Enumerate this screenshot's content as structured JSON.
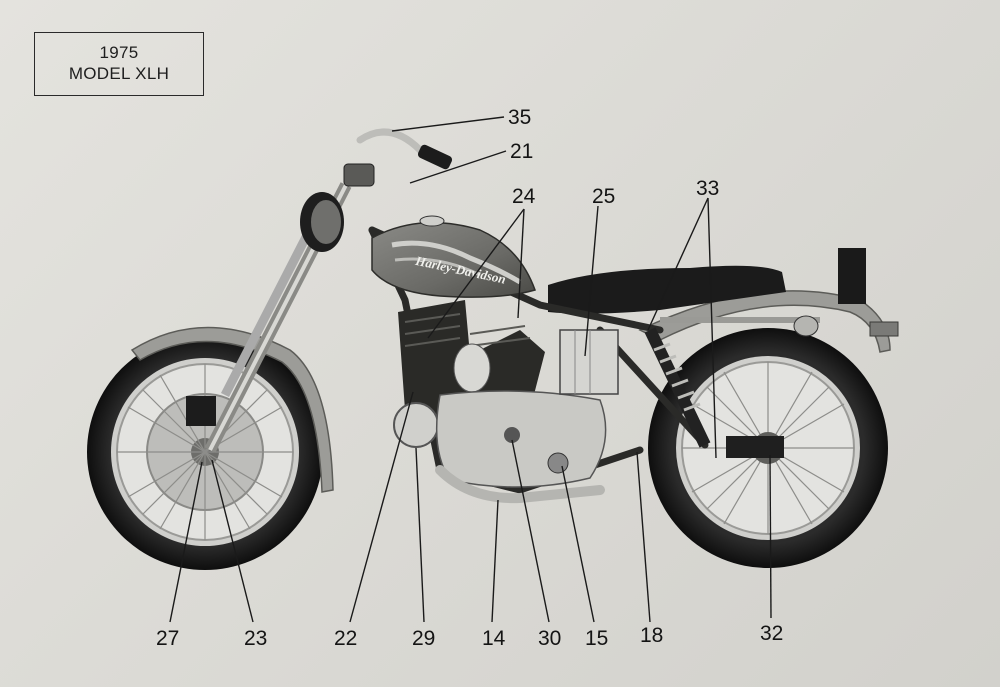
{
  "header": {
    "year": "1975",
    "model": "MODEL XLH"
  },
  "tank_logo": "Harley-Davidson",
  "callouts": {
    "c35": "35",
    "c21": "21",
    "c24": "24",
    "c25": "25",
    "c33": "33",
    "c27": "27",
    "c23": "23",
    "c22": "22",
    "c29": "29",
    "c14": "14",
    "c30": "30",
    "c15": "15",
    "c18": "18",
    "c32": "32"
  }
}
